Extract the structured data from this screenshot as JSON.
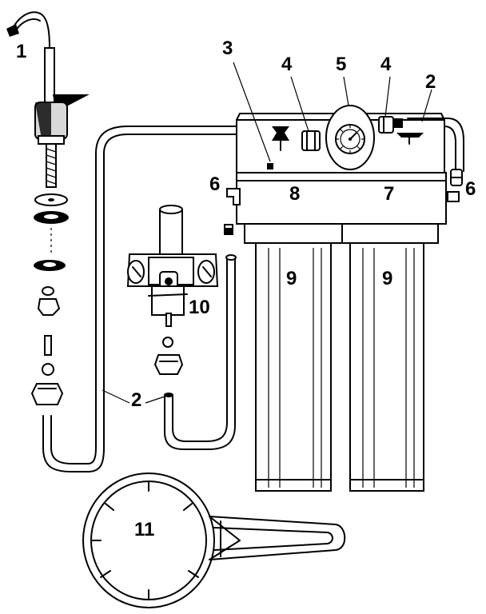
{
  "callouts": {
    "faucet": "1",
    "tubing_top": "2",
    "tubing_bottom": "2",
    "sensor": "3",
    "fitting_left": "4",
    "fitting_right": "4",
    "gauge": "5",
    "elbow_left": "6",
    "elbow_right": "6",
    "head_right": "7",
    "head_left": "8",
    "housing_left": "9",
    "housing_right": "9",
    "valve": "10",
    "wrench": "11"
  },
  "colors": {
    "ink": "#000000",
    "paper": "#ffffff",
    "shade": "#d9d9d9"
  }
}
